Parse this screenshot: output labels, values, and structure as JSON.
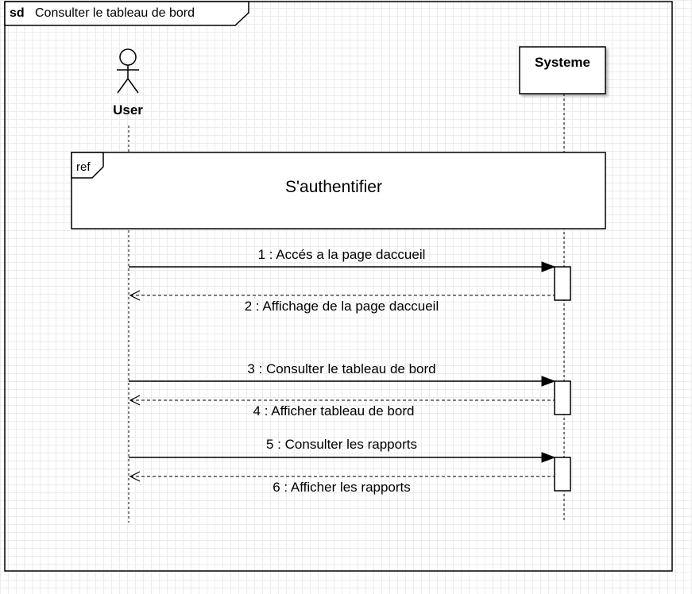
{
  "frame": {
    "keyword": "sd",
    "title": "Consulter le tableau de bord"
  },
  "actor": {
    "label": "User"
  },
  "system": {
    "label": "Systeme"
  },
  "ref_fragment": {
    "keyword": "ref",
    "text": "S'authentifier"
  },
  "messages": [
    {
      "label": "1 : Accés a la page daccueil",
      "kind": "sync"
    },
    {
      "label": "2 : Affichage de la page daccueil",
      "kind": "reply"
    },
    {
      "label": "3 : Consulter le tableau de bord",
      "kind": "sync"
    },
    {
      "label": "4 : Afficher tableau de bord",
      "kind": "reply"
    },
    {
      "label": "5 : Consulter les rapports",
      "kind": "sync"
    },
    {
      "label": "6 : Afficher les rapports",
      "kind": "reply"
    }
  ]
}
